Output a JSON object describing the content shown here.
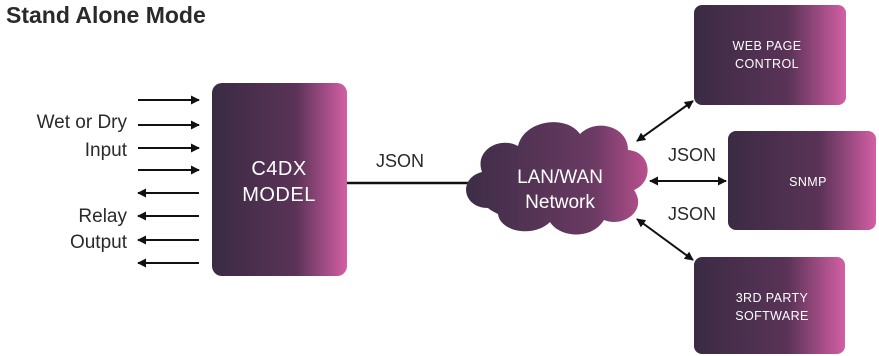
{
  "title": "Stand Alone Mode",
  "inputs_label": [
    "Wet or Dry",
    "Input"
  ],
  "outputs_label": [
    "Relay",
    "Output"
  ],
  "device": {
    "line1": "C4DX",
    "line2": "MODEL"
  },
  "network": {
    "line1": "LAN/WAN",
    "line2": "Network"
  },
  "link_label": "JSON",
  "endpoints": {
    "web": {
      "line1": "WEB PAGE",
      "line2": "CONTROL"
    },
    "snmp": {
      "line1": "SNMP"
    },
    "third_party": {
      "line1": "3RD PARTY",
      "line2": "SOFTWARE"
    }
  },
  "snmp_json_top": "JSON",
  "snmp_json_bottom": "JSON",
  "colors": {
    "box_dark": "#3d2d45",
    "box_accent": "#d35fa4",
    "text": "#2a2a2a"
  }
}
